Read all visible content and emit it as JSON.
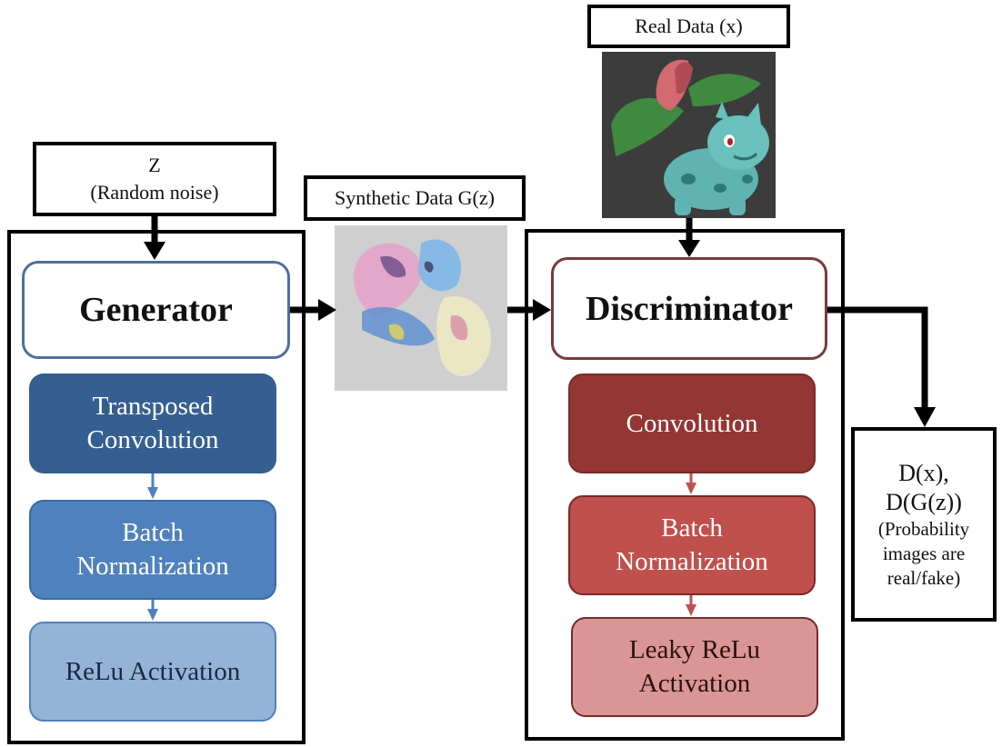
{
  "noise": {
    "line1": "Z",
    "line2": "(Random noise)"
  },
  "synthetic": {
    "label": "Synthetic Data G(z)"
  },
  "real": {
    "label": "Real Data (x)"
  },
  "generator": {
    "title": "Generator",
    "blocks": [
      {
        "line1": "Transposed",
        "line2": "Convolution",
        "color": "#365f91"
      },
      {
        "line1": "Batch",
        "line2": "Normalization",
        "color": "#4f81bd"
      },
      {
        "line1": "ReLu Activation",
        "color": "#95b3d7"
      }
    ]
  },
  "discriminator": {
    "title": "Discriminator",
    "blocks": [
      {
        "line1": "Convolution",
        "color": "#943634"
      },
      {
        "line1": "Batch",
        "line2": "Normalization",
        "color": "#c0504d"
      },
      {
        "line1": "Leaky ReLu",
        "line2": "Activation",
        "color": "#d99694"
      }
    ]
  },
  "output": {
    "line1": "D(x),",
    "line2": "D(G(z))",
    "line3": "(Probability",
    "line4": "images are",
    "line5": "real/fake)"
  }
}
